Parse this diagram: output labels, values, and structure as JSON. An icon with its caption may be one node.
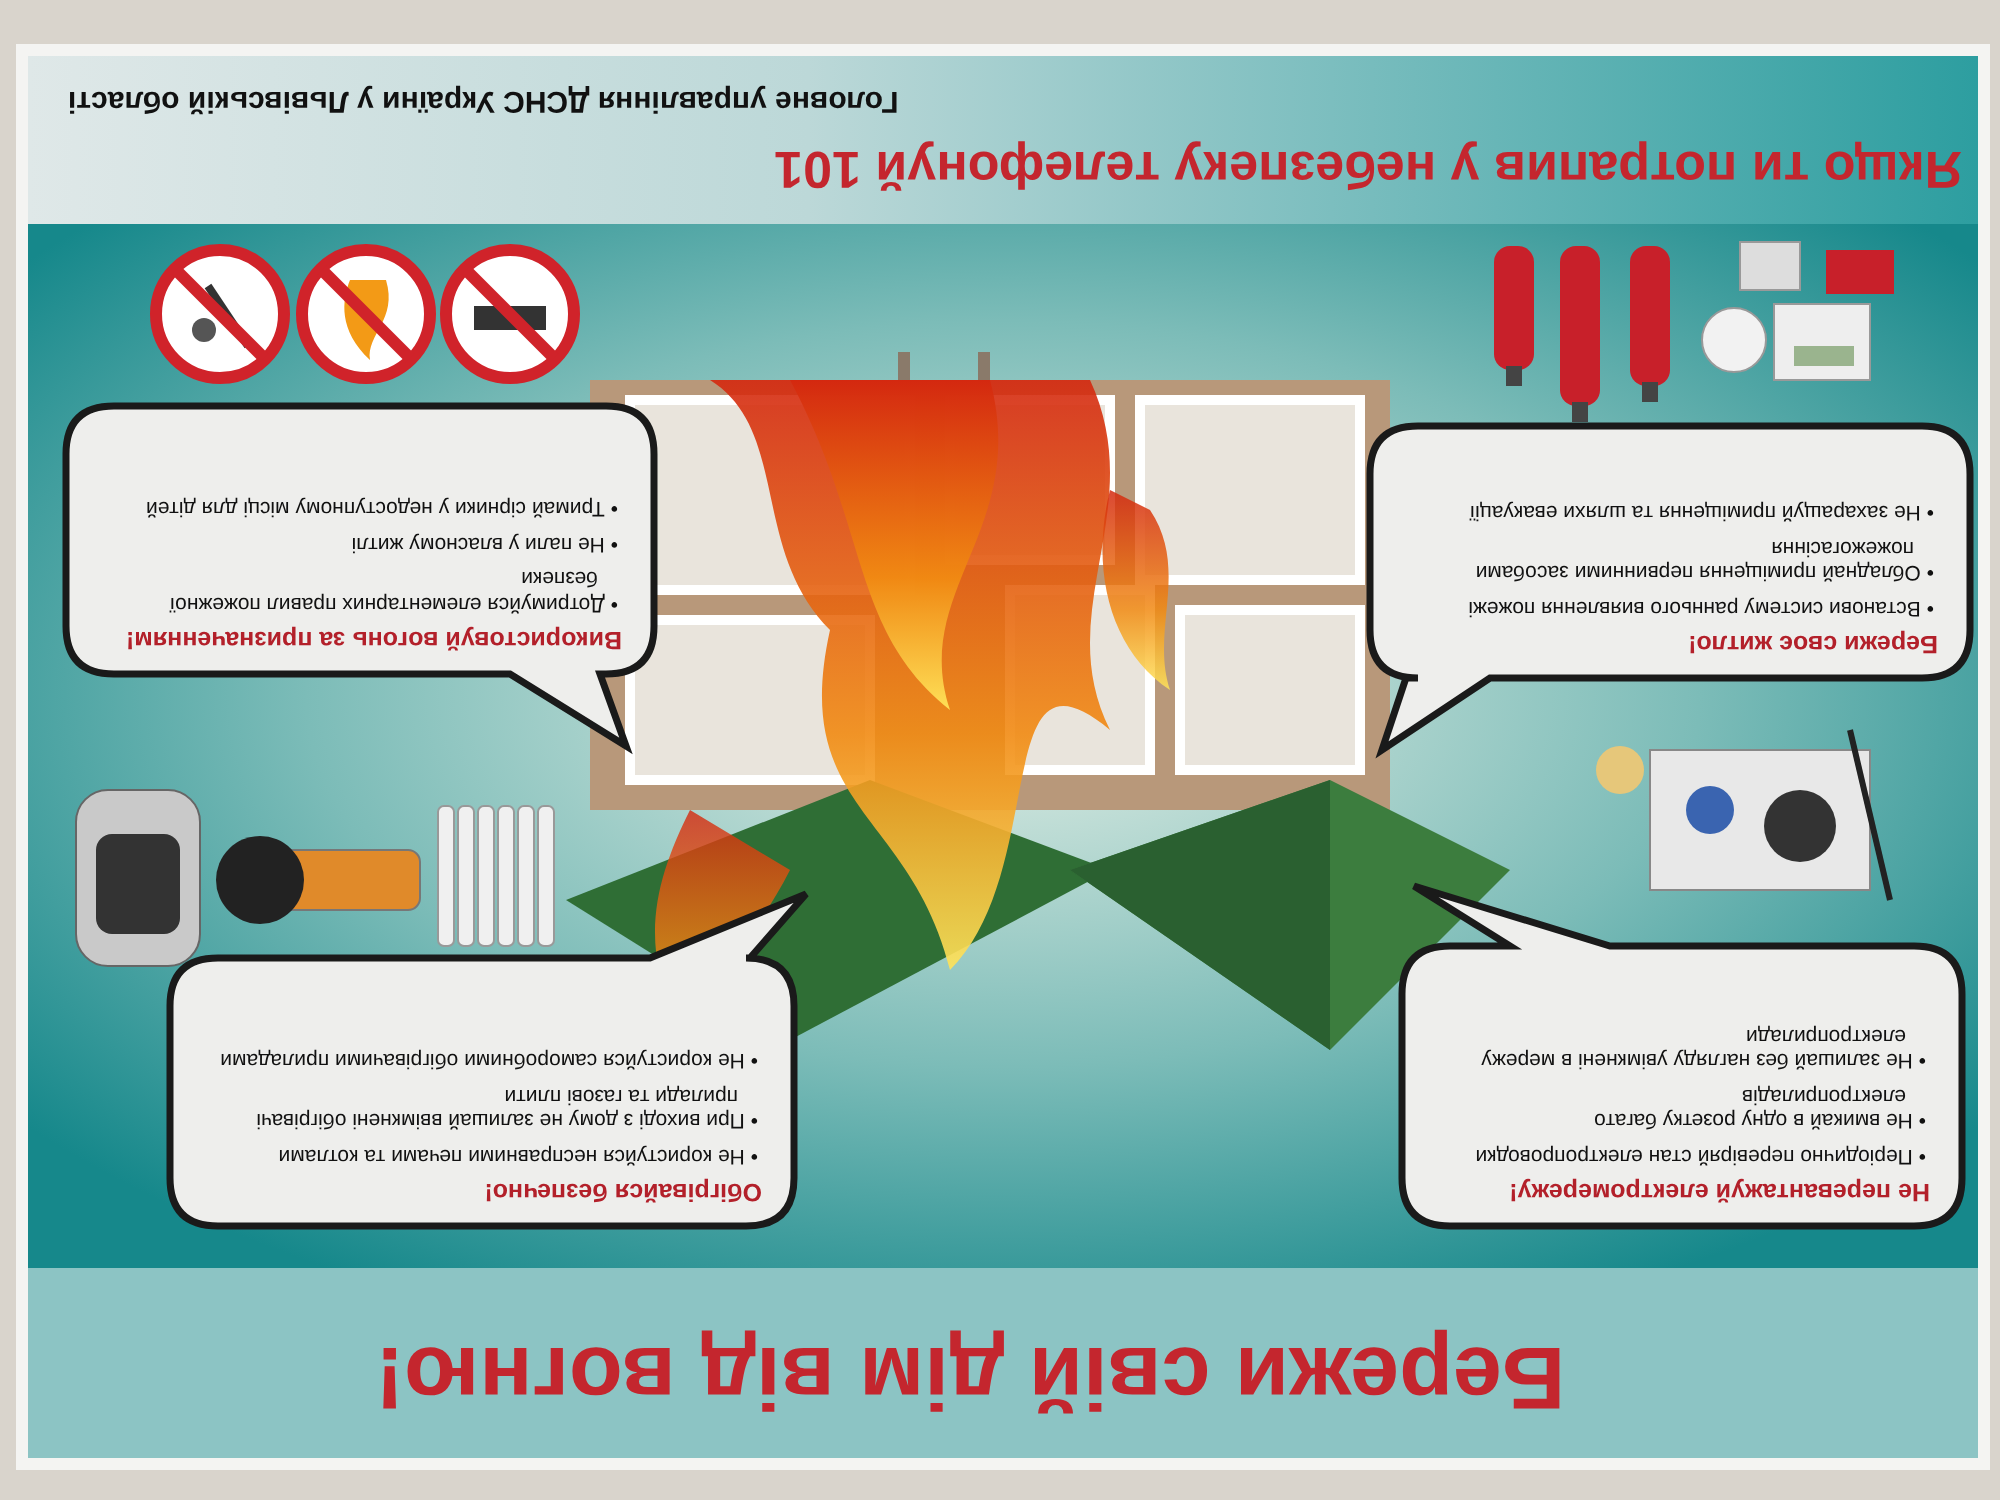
{
  "diagram": {
    "title": "Бережи свій дім від вогню!",
    "nodes": [
      {
        "text": [
          "Не перевантажуй електромережу!",
          "• Періодично перевіряй стан електропроводки",
          "• Не вмикай в одну розетку багато електроприладів",
          "• Не залишай без нагляду увімкнені в мережу електроприлади"
        ]
      },
      {
        "text": [
          "Обігрівайся безпечно!",
          "• Не користуйся несправними печами та котлами",
          "• При виході з дому не залишай ввімкнені обігрівачі прилади та газові плити",
          "• Не користуйся саморобними обігрівачими приладами"
        ]
      },
      {
        "text": [
          "Бережи своє житло!",
          "• Встанови систему раннього виявлення пожежі",
          "• Обладнай приміщення первинними засобами пожежогасіння",
          "• Не захаращуй приміщення та шляхи евакуації"
        ]
      },
      {
        "text": [
          "Використовуй вогонь за призначенням!",
          "• Дотримуйся елементарних правил пожежної безпеки",
          "• Не пали у власному житлі",
          "• Тримай сірники у недоступному місці для дітей"
        ]
      }
    ],
    "labels": [
      "Якщо ти потрапив у небезпеку телефонуй 101",
      "Головне управління ДСНС України у Львівській області"
    ]
  }
}
